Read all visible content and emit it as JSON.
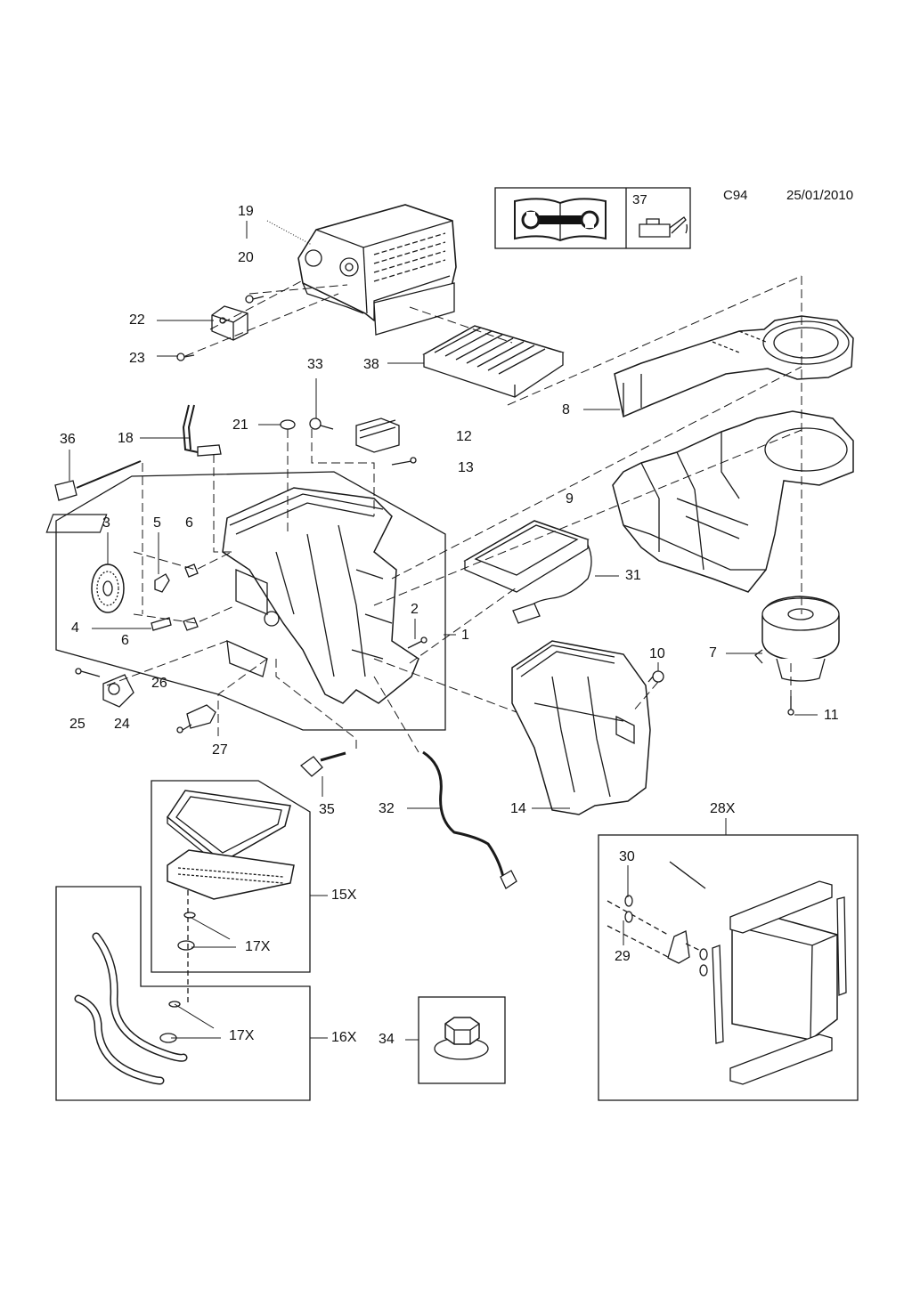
{
  "header": {
    "page_code": "C94",
    "date": "25/01/2010",
    "note_ref": "37"
  },
  "icons": {
    "manual": "manual-wrench-icon",
    "lubricant": "oil-can-icon"
  },
  "callouts": {
    "c1": "1",
    "c2": "2",
    "c3": "3",
    "c4": "4",
    "c5": "5",
    "c6a": "6",
    "c6b": "6",
    "c7": "7",
    "c8": "8",
    "c9": "9",
    "c10": "10",
    "c11": "11",
    "c12": "12",
    "c13": "13",
    "c14": "14",
    "c15": "15X",
    "c16": "16X",
    "c17a": "17X",
    "c17b": "17X",
    "c18": "18",
    "c19": "19",
    "c20": "20",
    "c21": "21",
    "c22": "22",
    "c23": "23",
    "c24": "24",
    "c25": "25",
    "c26": "26",
    "c27": "27",
    "c28": "28X",
    "c29": "29",
    "c30": "30",
    "c31": "31",
    "c32": "32",
    "c33": "33",
    "c34": "34",
    "c35": "35",
    "c36": "36",
    "c38": "38"
  }
}
